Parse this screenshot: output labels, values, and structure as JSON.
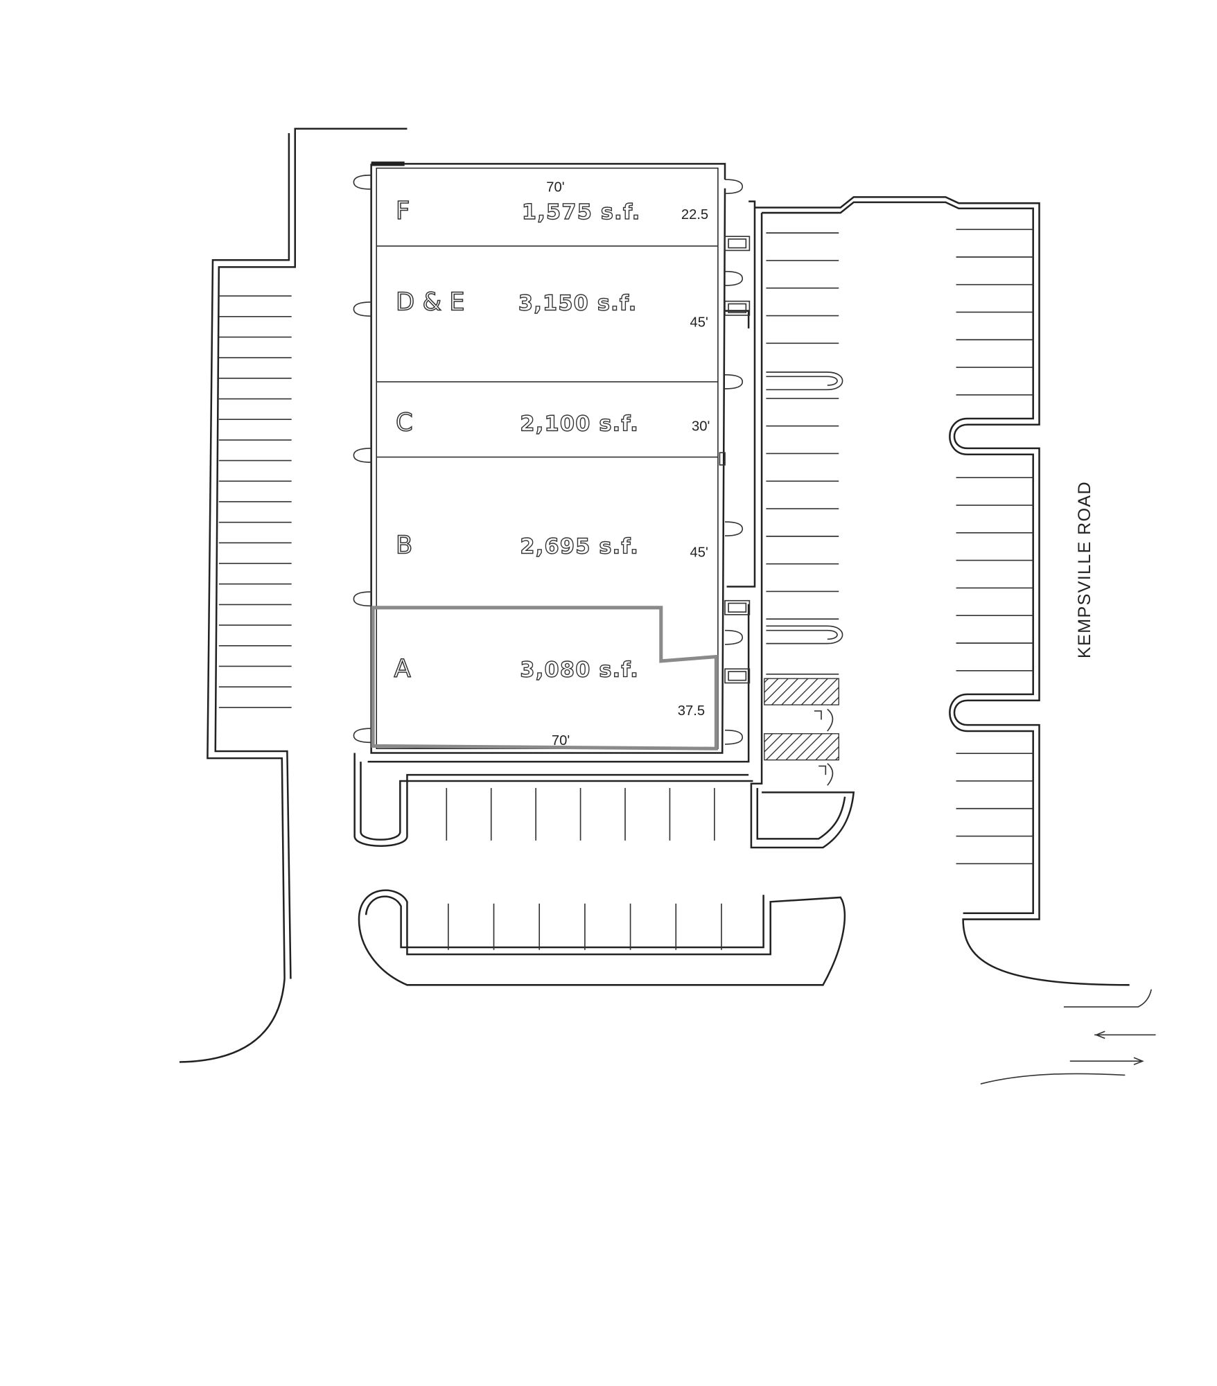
{
  "units": [
    {
      "letter": "F",
      "area": "1,575 s.f.",
      "depth": "22.5"
    },
    {
      "letter": "D & E",
      "area": "3,150 s.f.",
      "depth": "45'"
    },
    {
      "letter": "C",
      "area": "2,100 s.f.",
      "depth": "30'"
    },
    {
      "letter": "B",
      "area": "2,695 s.f.",
      "depth": "45'"
    },
    {
      "letter": "A",
      "area": "3,080 s.f.",
      "depth": "37.5"
    }
  ],
  "building_width_top": "70'",
  "building_width_bottom": "70'",
  "road_name": "KEMPSVILLE ROAD",
  "colors": {
    "line": "#222222",
    "highlight": "#8a8a8a"
  }
}
